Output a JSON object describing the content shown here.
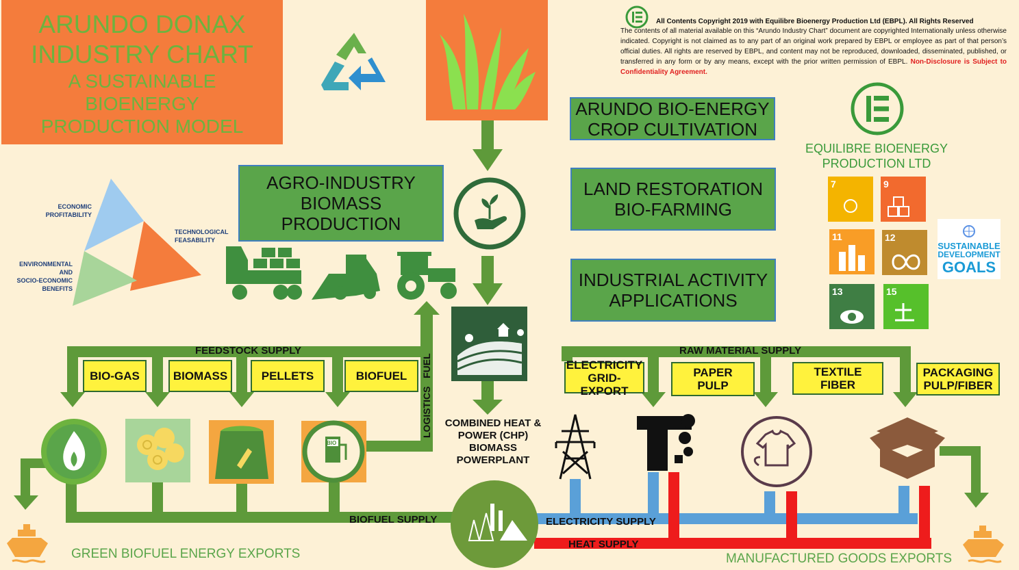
{
  "title": {
    "line1": "ARUNDO DONAX",
    "line2": "INDUSTRY CHART",
    "line3": "A SUSTAINABLE",
    "line4": "BIOENERGY",
    "line5": "PRODUCTION MODEL"
  },
  "copyright": {
    "heading": "All Contents Copyright 2019 with Equilibre Bioenergy Production Ltd (EBPL).  All Rights Reserved",
    "body": "The contents of all material available on this “Arundo Industry Chart” document are copyrighted Internationally unless otherwise indicated.  Copyright is not claimed as to any part of an original work prepared by EBPL or employee as part of that person’s official duties.  All rights are reserved by EBPL, and content may not be reproduced, downloaded, disseminated, published, or transferred in any form or by any means, except with the prior written permission of EBPL.",
    "warning": "Non-Disclosure is Subject to Confidentiality Agreement."
  },
  "company": {
    "line1": "EQUILIBRE BIOENERGY",
    "line2": "PRODUCTION LTD"
  },
  "boxes": {
    "crop_line1": "ARUNDO BIO-ENERGY",
    "crop_line2": "CROP CULTIVATION",
    "land_line1": "LAND RESTORATION",
    "land_line2": "BIO-FARMING",
    "industrial_line1": "INDUSTRIAL ACTIVITY",
    "industrial_line2": "APPLICATIONS",
    "agro_line1": "AGRO-INDUSTRY",
    "agro_line2": "BIOMASS PRODUCTION"
  },
  "triangle": {
    "economic_1": "ECONOMIC",
    "economic_2": "PROFITABILITY",
    "tech_1": "TECHNOLOGICAL",
    "tech_2": "FEASABILITY",
    "env_1": "ENVIRONMENTAL",
    "env_2": "AND",
    "env_3": "SOCIO-ECONOMIC",
    "env_4": "BENEFITS"
  },
  "feedstock": {
    "header": "FEEDSTOCK SUPPLY",
    "items": [
      "BIO-GAS",
      "BIOMASS",
      "PELLETS",
      "BIOFUEL"
    ]
  },
  "raw_material": {
    "header": "RAW MATERIAL SUPPLY",
    "electricity_1": "ELECTRICITY",
    "electricity_2": "GRID-EXPORT",
    "paper_1": "PAPER",
    "paper_2": "PULP",
    "textile_1": "TEXTILE",
    "textile_2": "FIBER",
    "packaging_1": "PACKAGING",
    "packaging_2": "PULP/FIBER"
  },
  "chp": {
    "line1": "COMBINED HEAT &",
    "line2": "POWER (CHP)",
    "line3": "BIOMASS",
    "line4": "POWERPLANT"
  },
  "logistics": {
    "logistics": "LOGISTICS",
    "fuel": "FUEL"
  },
  "supplies": {
    "biofuel": "BIOFUEL SUPPLY",
    "electricity": "ELECTRICITY SUPPLY",
    "heat": "HEAT SUPPLY"
  },
  "exports": {
    "green": "GREEN BIOFUEL ENERGY EXPORTS",
    "manufactured": "MANUFACTURED GOODS EXPORTS"
  },
  "sdg": {
    "goals": [
      {
        "num": "7",
        "color": "#f4b400"
      },
      {
        "num": "9",
        "color": "#f26a2e"
      },
      {
        "num": "11",
        "color": "#f99d26"
      },
      {
        "num": "12",
        "color": "#bf8b2e"
      },
      {
        "num": "13",
        "color": "#3f7e44"
      },
      {
        "num": "15",
        "color": "#56c02b"
      }
    ],
    "logo_1": "SUSTAINABLE",
    "logo_2": "DEVELOPMENT",
    "logo_3": "GOALS"
  },
  "colors": {
    "green_flow": "#5e9a3a",
    "blue_flow": "#5aa0d8",
    "red_flow": "#ee1c1c",
    "orange": "#f47c3c",
    "yellow": "#fff23d"
  }
}
